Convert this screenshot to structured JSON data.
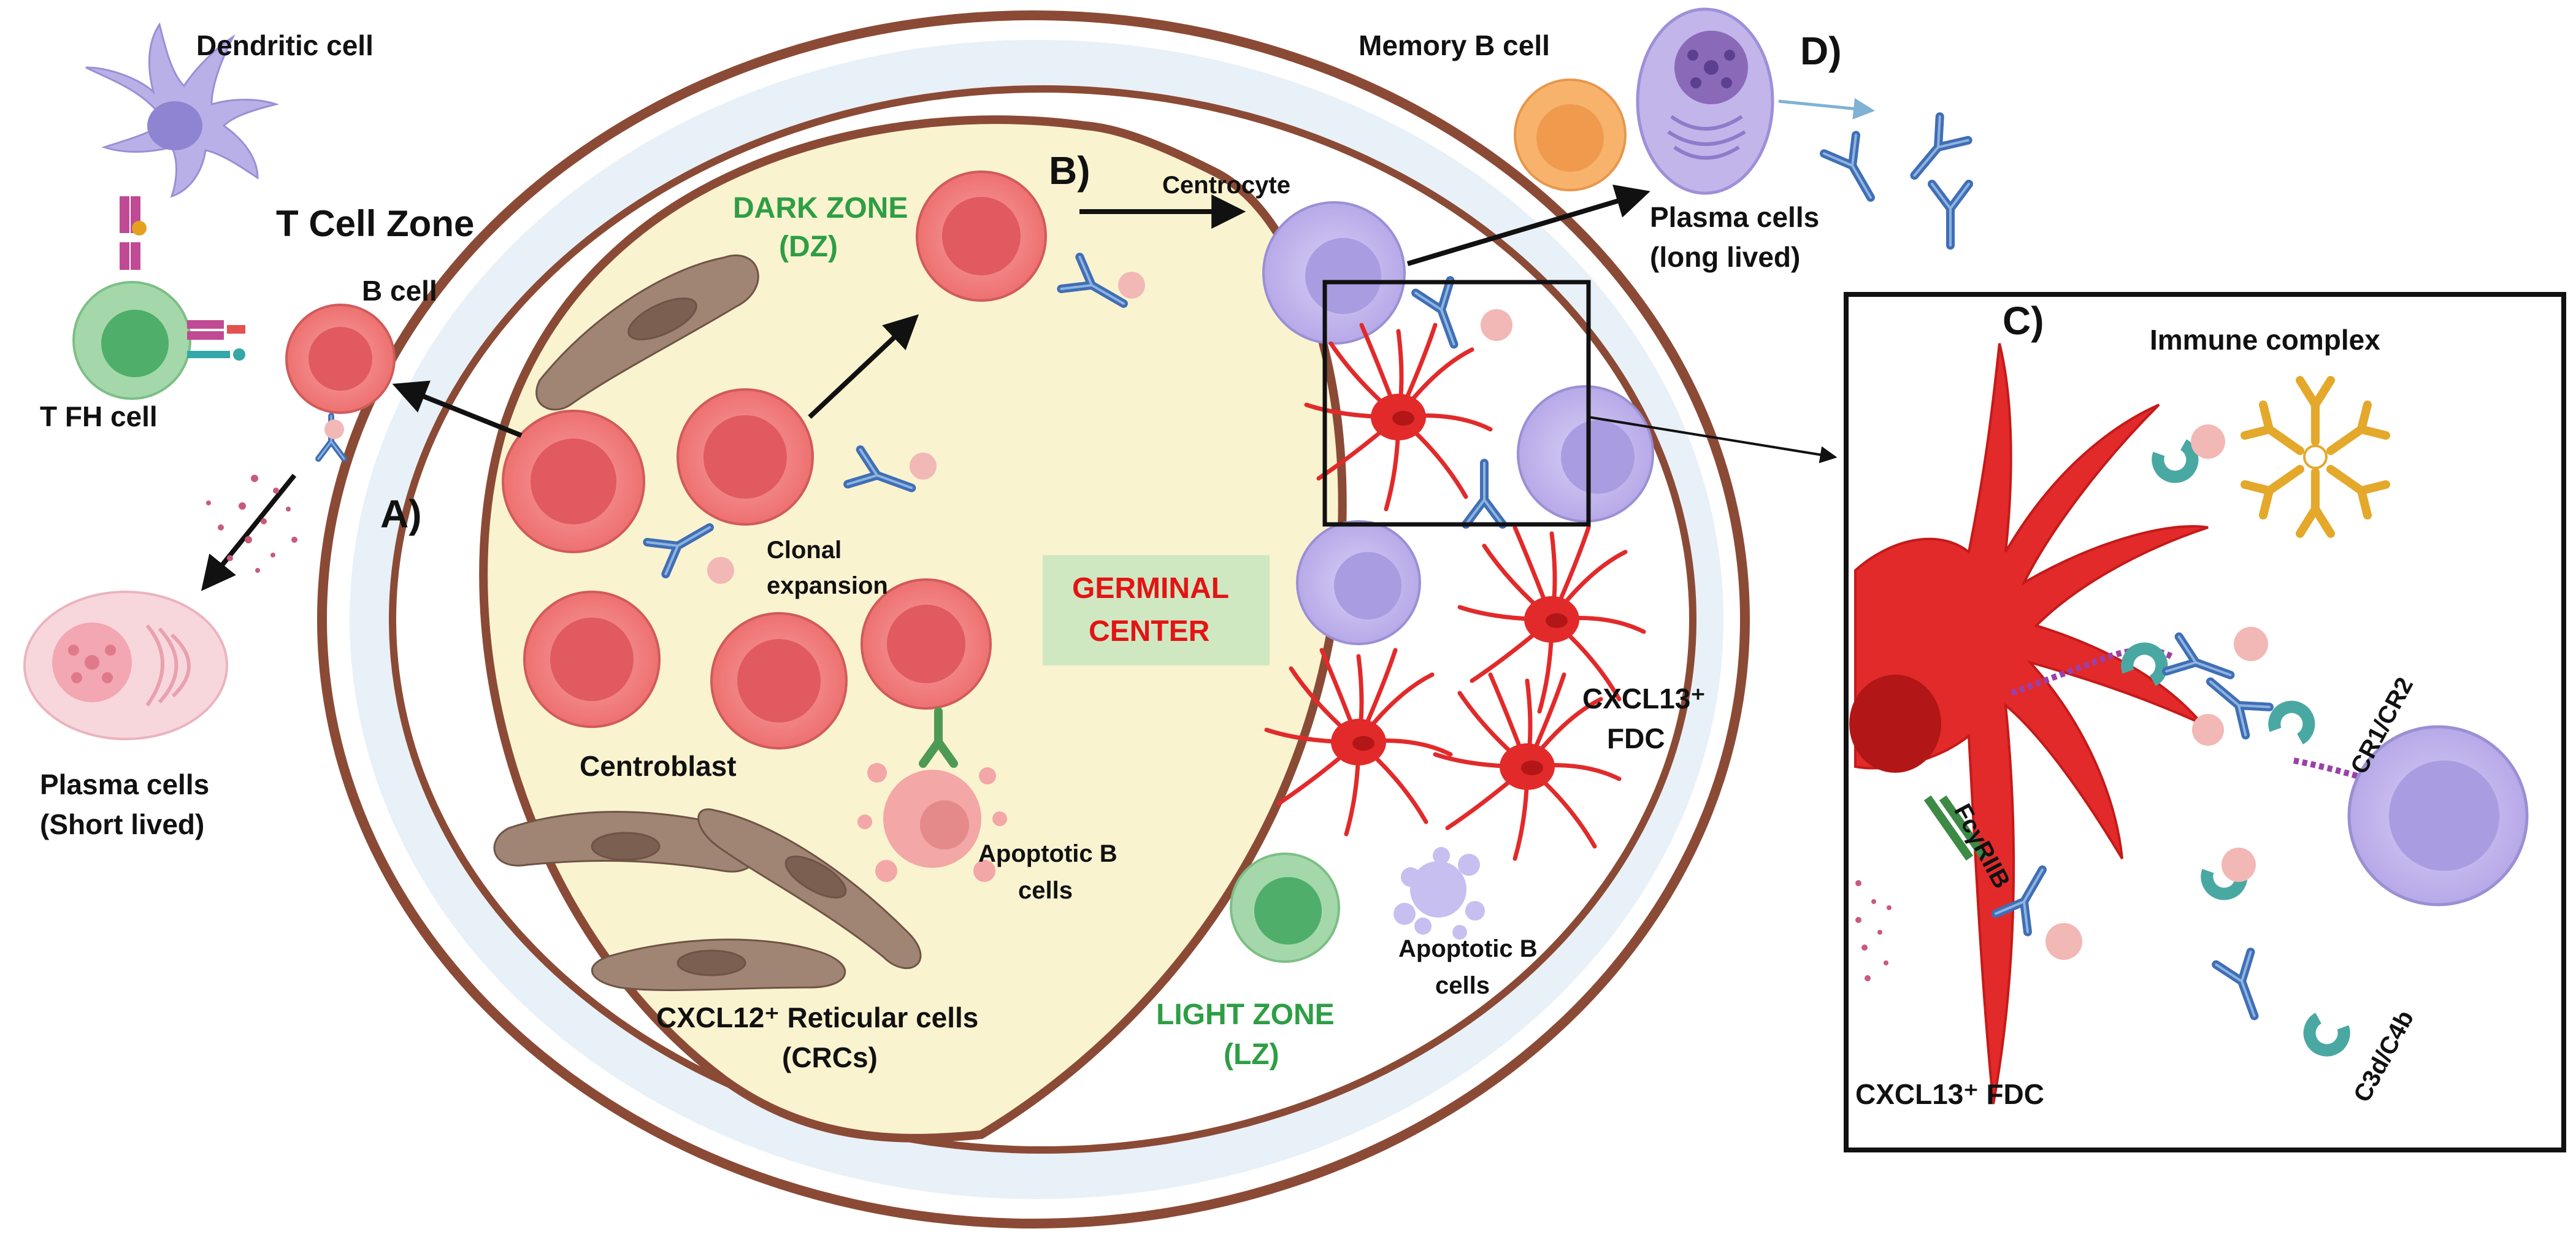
{
  "labels": {
    "dendritic_cell": "Dendritic cell",
    "t_cell_zone": "T Cell Zone",
    "b_cell": "B cell",
    "tfh_cell": "T FH cell",
    "plasma_short_1": "Plasma cells",
    "plasma_short_2": "(Short lived)",
    "panel_a": "A)",
    "panel_b": "B)",
    "panel_c": "C)",
    "panel_d": "D)",
    "dark_zone_1": "DARK ZONE",
    "dark_zone_2": "(DZ)",
    "clonal_1": "Clonal",
    "clonal_2": "expansion",
    "centroblast": "Centroblast",
    "apoptotic_dz_1": "Apoptotic B",
    "apoptotic_dz_2": "cells",
    "crc_1": "CXCL12⁺ Reticular cells",
    "crc_2": "(CRCs)",
    "gc_1": "GERMINAL",
    "gc_2": "CENTER",
    "light_zone_1": "LIGHT ZONE",
    "light_zone_2": "(LZ)",
    "centrocyte": "Centrocyte",
    "fdc_1": "CXCL13⁺",
    "fdc_2": "FDC",
    "apoptotic_lz_1": "Apoptotic B",
    "apoptotic_lz_2": "cells",
    "memory_b": "Memory B cell",
    "plasma_long_1": "Plasma cells",
    "plasma_long_2": "(long lived)",
    "immune_complex": "Immune complex",
    "cr1_cr2": "CR1/CR2",
    "fcgriib": "FcγRIIB",
    "c3d_c4b": "C3d/C4b",
    "fdc_inset": "CXCL13⁺ FDC"
  },
  "colors": {
    "outer_ring": "#8b4a35",
    "mantle": "#e8f0f8",
    "dark_zone_fill": "#faf3d0",
    "b_cell": "#f07a7a",
    "b_cell_nucleus": "#e05a5f",
    "centrocyte": "#c4b8ee",
    "fdc_red": "#e22a2a",
    "antibody": "#3f6fb5",
    "tfh": "#93cf9b",
    "memory_b": "#f5a35c",
    "label_green": "#2e9e44",
    "label_red": "#e31414",
    "gc_box": "#cfe8c2",
    "immune_complex": "#e4a82a",
    "receptor_teal": "#4aa8a3",
    "antigen_pink": "#f2b8b6"
  }
}
